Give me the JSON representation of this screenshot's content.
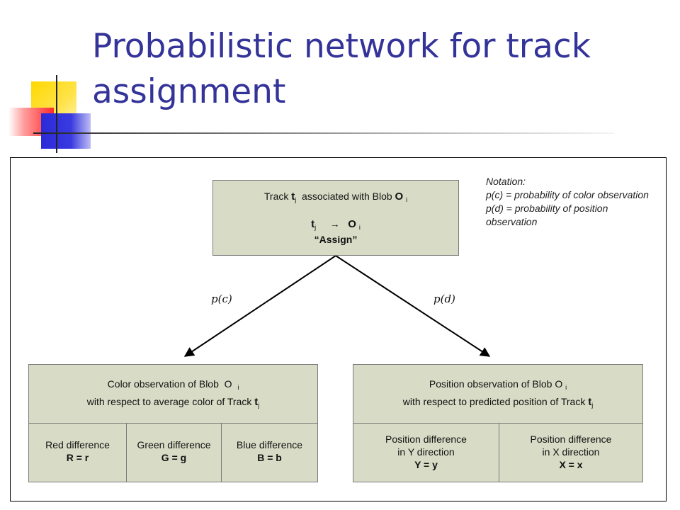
{
  "slide": {
    "title": "Probabilistic network for track assignment"
  },
  "diagram": {
    "root": {
      "line1_prefix": "Track ",
      "track_symbol": "t",
      "track_sub": "j",
      "line1_middle": "  associated with Blob ",
      "blob_symbol": "O",
      "blob_sub": "i",
      "arrow_glyph": "→",
      "assign_label": "“Assign”"
    },
    "notation": {
      "heading": "Notation:",
      "line1": "p(c) = probability of color observation",
      "line2": "p(d) = probability of position observation"
    },
    "edges": {
      "left_label": "p(c)",
      "right_label": "p(d)"
    },
    "color_node": {
      "title_line1": "Color observation of Blob  O",
      "title_line1_sub": "i",
      "title_line2": "with respect to average color of Track ",
      "title_line2_symbol": "t",
      "title_line2_sub": "j",
      "cells": [
        {
          "label": "Red difference",
          "value": "R = r"
        },
        {
          "label": "Green difference",
          "value": "G = g"
        },
        {
          "label": "Blue difference",
          "value": "B = b"
        }
      ]
    },
    "position_node": {
      "title_line1": "Position observation of Blob O",
      "title_line1_sub": "i",
      "title_line2": "with respect to predicted position of Track ",
      "title_line2_symbol": "t",
      "title_line2_sub": "j",
      "cells": [
        {
          "label": "Position difference",
          "label2": "in Y direction",
          "value": "Y = y"
        },
        {
          "label": "Position difference",
          "label2": "in X direction",
          "value": "X = x"
        }
      ]
    }
  }
}
